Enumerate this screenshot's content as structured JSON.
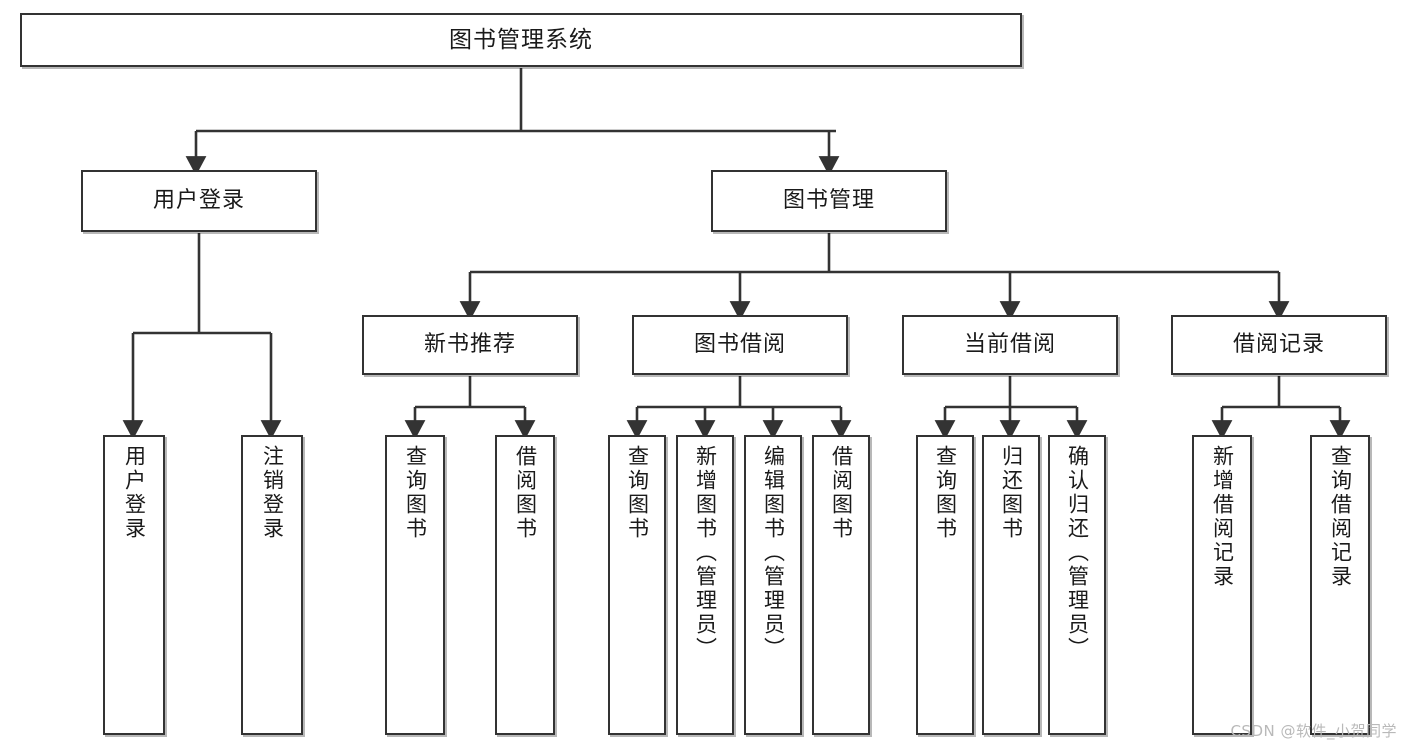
{
  "diagram": {
    "title": "图书管理系统",
    "type": "hierarchy-tree",
    "watermark": "CSDN @软件_小贺同学",
    "colors": {
      "box_border": "#333333",
      "box_fill": "#ffffff",
      "connector": "#333333",
      "text": "#1a1a1a",
      "watermark": "#b9b9b9",
      "background": "#ffffff"
    },
    "nodes": {
      "root": {
        "label": "图书管理系统"
      },
      "level2": [
        {
          "id": "user-login",
          "label": "用户登录"
        },
        {
          "id": "book-management",
          "label": "图书管理"
        }
      ],
      "level3": [
        {
          "id": "new-book-recommend",
          "label": "新书推荐"
        },
        {
          "id": "book-borrow",
          "label": "图书借阅"
        },
        {
          "id": "current-borrow",
          "label": "当前借阅"
        },
        {
          "id": "borrow-record",
          "label": "借阅记录"
        }
      ],
      "leaves": {
        "user_login": [
          {
            "id": "leaf-user-login",
            "label": "用户登录"
          },
          {
            "id": "leaf-logout-login",
            "label": "注销登录"
          }
        ],
        "new_book_recommend": [
          {
            "id": "leaf-query-book-1",
            "label": "查询图书"
          },
          {
            "id": "leaf-borrow-book-1",
            "label": "借阅图书"
          }
        ],
        "book_borrow": [
          {
            "id": "leaf-query-book-2",
            "label": "查询图书"
          },
          {
            "id": "leaf-add-book",
            "label": "新增图书（管理员）"
          },
          {
            "id": "leaf-edit-book",
            "label": "编辑图书（管理员）"
          },
          {
            "id": "leaf-borrow-book-2",
            "label": "借阅图书"
          }
        ],
        "current_borrow": [
          {
            "id": "leaf-query-book-3",
            "label": "查询图书"
          },
          {
            "id": "leaf-return-book",
            "label": "归还图书"
          },
          {
            "id": "leaf-confirm-return",
            "label": "确认归还（管理员）"
          }
        ],
        "borrow_record": [
          {
            "id": "leaf-add-record",
            "label": "新增借阅记录"
          },
          {
            "id": "leaf-query-record",
            "label": "查询借阅记录"
          }
        ]
      }
    }
  }
}
